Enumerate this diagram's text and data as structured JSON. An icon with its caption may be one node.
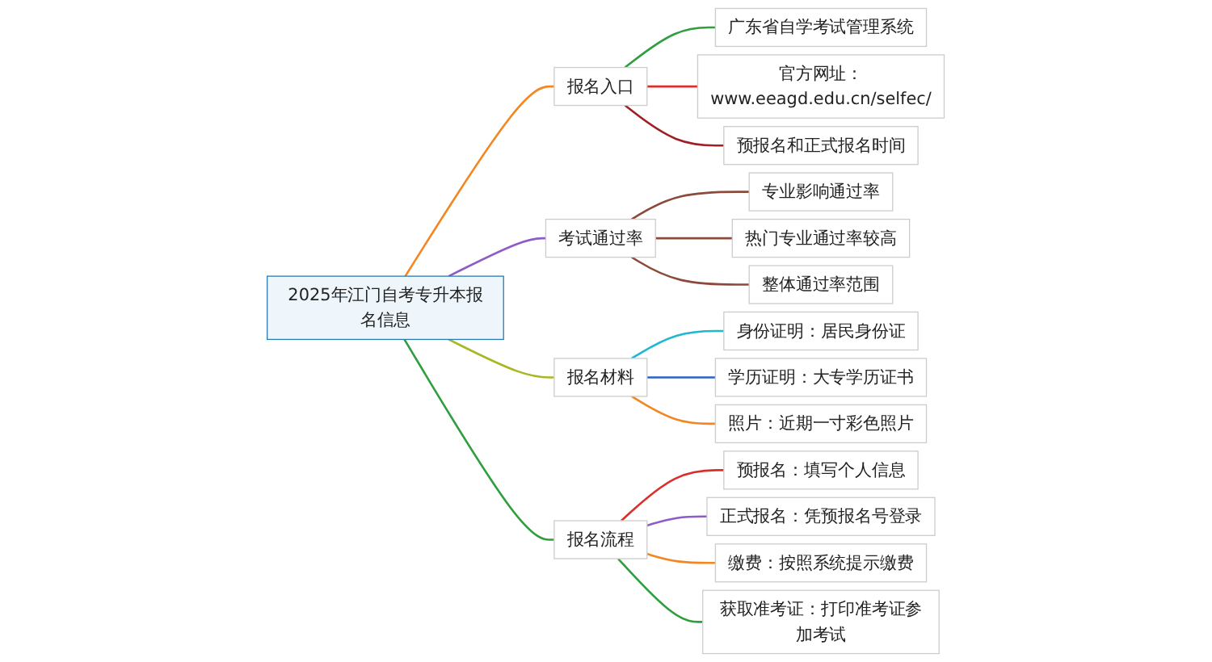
{
  "diagram": {
    "nodes": [
      {
        "text": [
          "2025年江门自考专升本报名信息"
        ]
      },
      {
        "text": [
          "报名入口"
        ]
      },
      {
        "text": [
          "广东省自学考试管理系统"
        ]
      },
      {
        "text": [
          "官方网址：www.eeagd.edu.cn/selfec/"
        ]
      },
      {
        "text": [
          "预报名和正式报名时间"
        ]
      },
      {
        "text": [
          "考试通过率"
        ]
      },
      {
        "text": [
          "专业影响通过率"
        ]
      },
      {
        "text": [
          "热门专业通过率较高"
        ]
      },
      {
        "text": [
          "整体通过率范围"
        ]
      },
      {
        "text": [
          "报名材料"
        ]
      },
      {
        "text": [
          "身份证明：居民身份证"
        ]
      },
      {
        "text": [
          "学历证明：大专学历证书"
        ]
      },
      {
        "text": [
          "照片：近期一寸彩色照片"
        ]
      },
      {
        "text": [
          "报名流程"
        ]
      },
      {
        "text": [
          "预报名：填写个人信息"
        ]
      },
      {
        "text": [
          "正式报名：凭预报名号登录"
        ]
      },
      {
        "text": [
          "缴费：按照系统提示缴费"
        ]
      },
      {
        "text": [
          "获取准考证：打印准考证参加考试"
        ]
      }
    ],
    "edges": [
      {
        "from": 0,
        "to": 1,
        "arrow": "none",
        "color": "#f5861f"
      },
      {
        "from": 1,
        "to": 2,
        "arrow": "none",
        "color": "#2e9e3e"
      },
      {
        "from": 1,
        "to": 3,
        "arrow": "none",
        "color": "#d9302c"
      },
      {
        "from": 1,
        "to": 4,
        "arrow": "none",
        "color": "#a01f24"
      },
      {
        "from": 0,
        "to": 5,
        "arrow": "none",
        "color": "#8e5cc4"
      },
      {
        "from": 5,
        "to": 6,
        "arrow": "none",
        "color": "#8b4a3a"
      },
      {
        "from": 5,
        "to": 7,
        "arrow": "none",
        "color": "#8b4a3a"
      },
      {
        "from": 5,
        "to": 8,
        "arrow": "none",
        "color": "#8b4a3a"
      },
      {
        "from": 0,
        "to": 9,
        "arrow": "none",
        "color": "#a8b820"
      },
      {
        "from": 9,
        "to": 10,
        "arrow": "none",
        "color": "#1fb8d0"
      },
      {
        "from": 9,
        "to": 11,
        "arrow": "none",
        "color": "#2a62c8"
      },
      {
        "from": 9,
        "to": 12,
        "arrow": "none",
        "color": "#f5861f"
      },
      {
        "from": 0,
        "to": 13,
        "arrow": "none",
        "color": "#2e9e3e"
      },
      {
        "from": 13,
        "to": 14,
        "arrow": "none",
        "color": "#d9302c"
      },
      {
        "from": 13,
        "to": 15,
        "arrow": "none",
        "color": "#8e5cc4"
      },
      {
        "from": 13,
        "to": 16,
        "arrow": "none",
        "color": "#f5861f"
      },
      {
        "from": 13,
        "to": 17,
        "arrow": "none",
        "color": "#2e9e3e"
      }
    ]
  }
}
